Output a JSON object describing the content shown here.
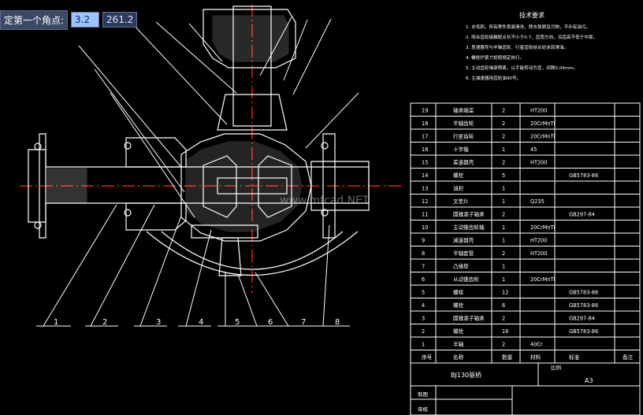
{
  "input": {
    "label": "定第一个角点:",
    "x_value": "3.2",
    "y_value": "261.2"
  },
  "tech_requirements": {
    "title": "技术要求",
    "items": [
      "1. 去毛刺，所有零件表面清洗，除去铁屑及污物，不许有油污。",
      "2. 啮合齿轮接触斑点长不小于0.7，齿宽方向，沿齿高不低于中部。",
      "3. 差速器壳与半轴齿轮、行星齿轮结合处涂润滑油。",
      "4. 螺栓拧紧力矩按规定执行。",
      "5. 主动齿轮轴承预紧，以手能转动为宜，间隙0.04mm。",
      "6. 主减速器用齿轮油90号。"
    ]
  },
  "bom": {
    "rows": [
      {
        "no": "19",
        "name": "轴承端盖",
        "qty": "2",
        "mat": "HT200",
        "std": "",
        "note": ""
      },
      {
        "no": "18",
        "name": "半轴齿轮",
        "qty": "2",
        "mat": "20CrMnTi",
        "std": "",
        "note": ""
      },
      {
        "no": "17",
        "name": "行星齿轮",
        "qty": "2",
        "mat": "20CrMnTi",
        "std": "",
        "note": ""
      },
      {
        "no": "16",
        "name": "十字轴",
        "qty": "1",
        "mat": "45",
        "std": "",
        "note": ""
      },
      {
        "no": "15",
        "name": "差速器壳",
        "qty": "2",
        "mat": "HT200",
        "std": "",
        "note": ""
      },
      {
        "no": "14",
        "name": "螺栓",
        "qty": "5",
        "mat": "",
        "std": "GB5783-86",
        "note": ""
      },
      {
        "no": "13",
        "name": "油封",
        "qty": "1",
        "mat": "",
        "std": "",
        "note": ""
      },
      {
        "no": "12",
        "name": "叉垫片",
        "qty": "1",
        "mat": "Q235",
        "std": "",
        "note": ""
      },
      {
        "no": "11",
        "name": "圆锥滚子轴承",
        "qty": "2",
        "mat": "",
        "std": "GB297-84",
        "note": ""
      },
      {
        "no": "10",
        "name": "主动锥齿轮轴",
        "qty": "1",
        "mat": "20CrMnTi",
        "std": "",
        "note": ""
      },
      {
        "no": "9",
        "name": "减速器壳",
        "qty": "1",
        "mat": "HT200",
        "std": "",
        "note": ""
      },
      {
        "no": "8",
        "name": "半轴套管",
        "qty": "2",
        "mat": "HT200",
        "std": "",
        "note": ""
      },
      {
        "no": "7",
        "name": "凸缘垫",
        "qty": "1",
        "mat": "",
        "std": "",
        "note": ""
      },
      {
        "no": "6",
        "name": "从动锥齿轮",
        "qty": "1",
        "mat": "20CrMnTi",
        "std": "",
        "note": ""
      },
      {
        "no": "5",
        "name": "螺栓",
        "qty": "12",
        "mat": "",
        "std": "GB5783-86",
        "note": ""
      },
      {
        "no": "4",
        "name": "螺栓",
        "qty": "6",
        "mat": "",
        "std": "GB5783-86",
        "note": ""
      },
      {
        "no": "3",
        "name": "圆锥滚子轴承",
        "qty": "2",
        "mat": "",
        "std": "GB297-84",
        "note": ""
      },
      {
        "no": "2",
        "name": "螺栓",
        "qty": "16",
        "mat": "",
        "std": "GB5783-86",
        "note": ""
      },
      {
        "no": "1",
        "name": "半轴",
        "qty": "2",
        "mat": "40Cr",
        "std": "",
        "note": ""
      }
    ],
    "header": {
      "no": "序号",
      "name": "名称",
      "qty": "数量",
      "mat": "材料",
      "std": "标准",
      "note": "备注"
    }
  },
  "title_block": {
    "drawing_name": "BJ130驱桥",
    "ratio_label": "比例",
    "sheet_size": "A3",
    "design_label": "制图",
    "check_label": "审核"
  },
  "callouts": [
    "1",
    "2",
    "3",
    "4",
    "5",
    "6",
    "7",
    "8"
  ],
  "watermark": "www.mfcad.NET",
  "colors": {
    "bg": "#000000",
    "lines": "#ffffff",
    "center_lines": "#ff2a2a",
    "hatch": "#ffffff",
    "table_lines": "#ffffff"
  }
}
